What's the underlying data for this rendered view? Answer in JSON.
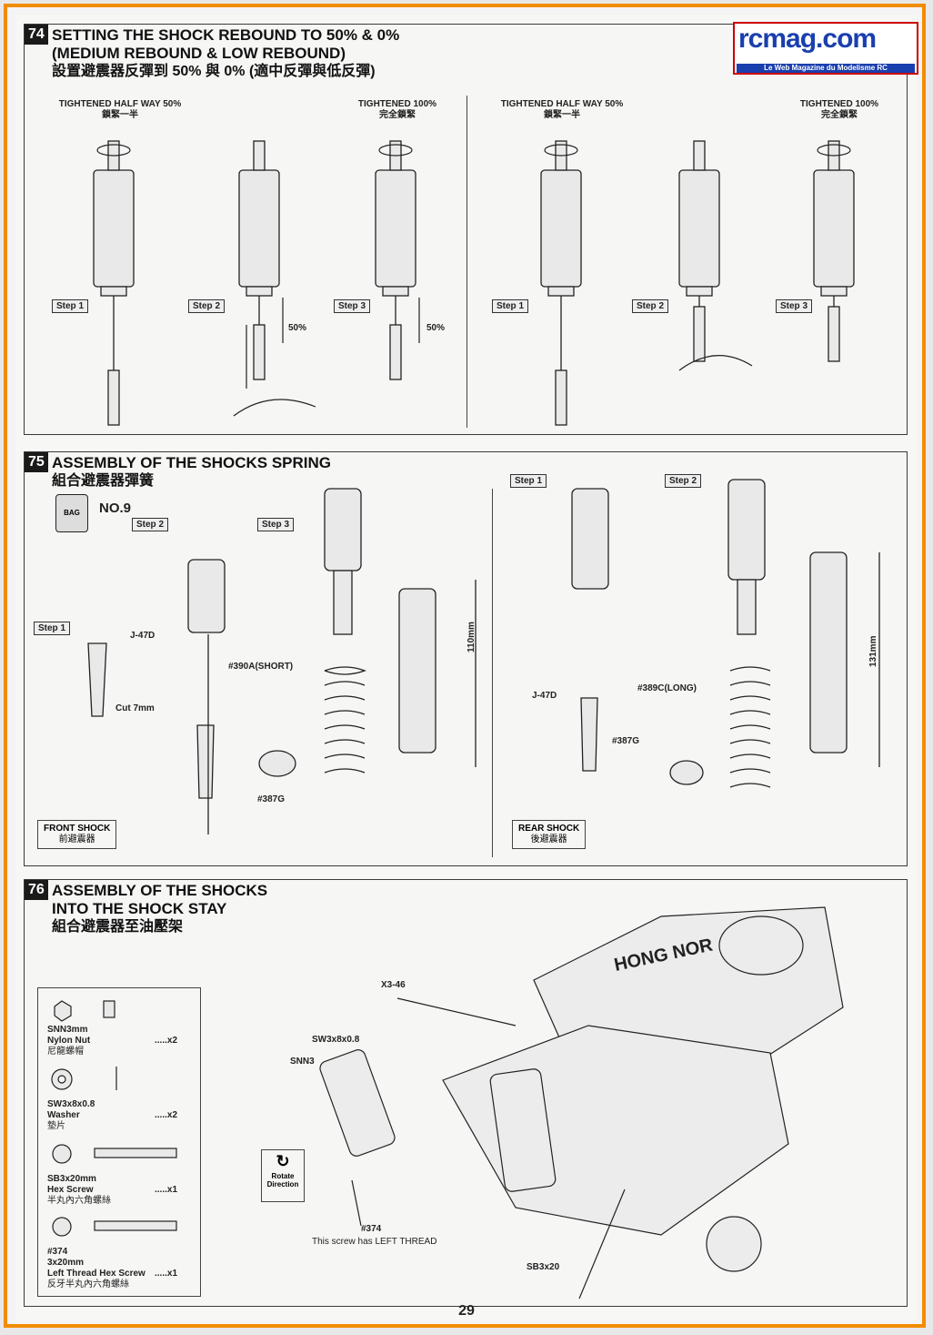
{
  "logo": {
    "text": "rcmag.com",
    "tagline": "Le Web Magazine du Modelisme RC"
  },
  "page_number": "29",
  "s74": {
    "number": "74",
    "title1": "SETTING THE SHOCK REBOUND TO 50% & 0%",
    "title2": "(MEDIUM REBOUND & LOW REBOUND)",
    "title_cn_a": "設置避震器反彈到 ",
    "title_cn_b": "50% 與 0% ",
    "title_cn_c": "(適中反彈與低反彈)",
    "half_label": "TIGHTENED HALF WAY 50%",
    "half_cn": "鎖緊一半",
    "full_label": "TIGHTENED 100%",
    "full_cn": "完全鎖緊",
    "step1": "Step 1",
    "step2": "Step 2",
    "step3": "Step 3",
    "pct": "50%"
  },
  "s75": {
    "number": "75",
    "title": "ASSEMBLY OF THE SHOCKS SPRING",
    "title_cn": "組合避震器彈簧",
    "bag_icon_label": "BAG",
    "bag": "NO.9",
    "step1": "Step 1",
    "step2": "Step 2",
    "step3": "Step 3",
    "j47d": "J-47D",
    "cut": "Cut 7mm",
    "spring_short": "#390A(SHORT)",
    "spring_long": "#389C(LONG)",
    "collar": "#387G",
    "len_front": "110mm",
    "len_rear": "131mm",
    "front": "FRONT SHOCK",
    "front_cn": "前避震器",
    "rear": "REAR SHOCK",
    "rear_cn": "後避震器"
  },
  "s76": {
    "number": "76",
    "title1": "ASSEMBLY OF THE SHOCKS",
    "title2": "INTO THE SHOCK STAY",
    "title_cn": "組合避震器至油壓架",
    "parts": [
      {
        "code": "SNN3mm",
        "name": "Nylon Nut",
        "cn": "尼龍螺帽",
        "qty": ".....x2"
      },
      {
        "code": "SW3x8x0.8",
        "name": "Washer",
        "cn": "墊片",
        "qty": ".....x2"
      },
      {
        "code": "SB3x20mm",
        "name": "Hex Screw",
        "cn": "半丸內六角螺絲",
        "qty": ".....x1"
      },
      {
        "code": "#374",
        "name": "3x20mm",
        "name2": "Left Thread Hex Screw",
        "cn": "反牙半丸內六角螺絲",
        "qty": ".....x1"
      }
    ],
    "callouts": {
      "x346": "X3-46",
      "sw": "SW3x8x0.8",
      "snn3": "SNN3",
      "rotate1": "Rotate",
      "rotate2": "Direction",
      "n374": "#374",
      "left_thread": "This screw has LEFT THREAD",
      "sb": "SB3x20",
      "brand": "HONG NOR"
    }
  }
}
